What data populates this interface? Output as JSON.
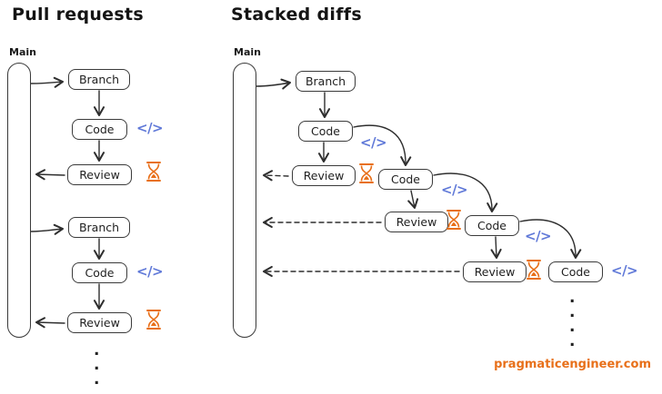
{
  "left": {
    "title": "Pull requests",
    "main_label": "Main",
    "boxes": {
      "branch1": "Branch",
      "code1": "Code",
      "review1": "Review",
      "branch2": "Branch",
      "code2": "Code",
      "review2": "Review"
    },
    "dots": [
      ".",
      ".",
      "."
    ]
  },
  "right": {
    "title": "Stacked diffs",
    "main_label": "Main",
    "boxes": {
      "branch": "Branch",
      "code1": "Code",
      "review1": "Review",
      "code2": "Code",
      "review2": "Review",
      "code3": "Code",
      "review3": "Review",
      "code4": "Code"
    },
    "dots": [
      ".",
      ".",
      ".",
      "."
    ]
  },
  "icons": {
    "code_glyph": "</>",
    "code_icon_name": "code-brackets-icon",
    "wait_icon_name": "hourglass-icon",
    "code_color": "#6079d8",
    "hourglass_color": "#e8701a"
  },
  "footer": {
    "watermark": "pragmaticengineer.com",
    "color": "#e8701a"
  }
}
